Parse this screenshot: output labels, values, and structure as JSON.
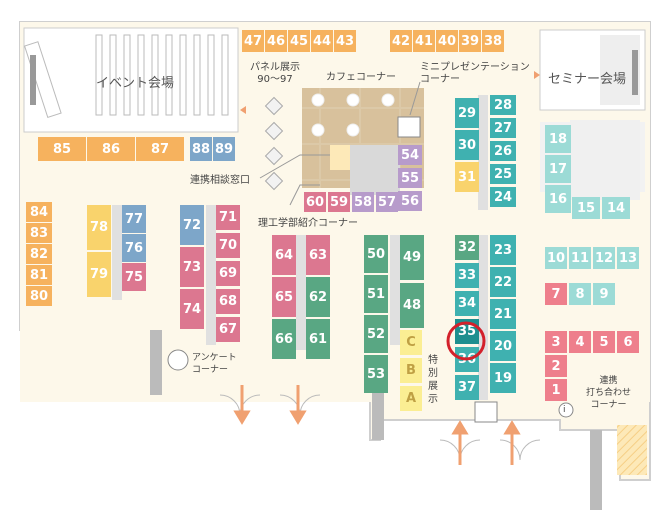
{
  "colors": {
    "orange": "#f6b25e",
    "yellow": "#f9d36c",
    "blue": "#7da6c9",
    "pink": "#dc7790",
    "green": "#59a783",
    "teal": "#3fb1b0",
    "light_teal": "#9cdbd6",
    "purple": "#b79bcb",
    "red": "#ee7f8c",
    "pale_yellow": "#fbee93",
    "floor": "#fdf8ea",
    "highlight_circle": "#d3212b"
  },
  "rooms": {
    "event_hall": "イベント会場",
    "seminar_hall": "セミナー会場",
    "cafe_corner": "カフェコーナー",
    "mini_presentation_corner": "ミニプレゼンテーション\nコーナー",
    "panel_display": "パネル展示\n90〜97",
    "consultation_window": "連携相談窓口",
    "science_engineering_corner": "理工学部紹介コーナー",
    "special_exhibit": "特\n別\n展\n示",
    "survey_corner": "アンケート\nコーナー",
    "meeting_corner": "連携\n打ち合わせ\nコーナー"
  },
  "booths": {
    "top_row_left": [
      "47",
      "46",
      "45",
      "44",
      "43"
    ],
    "top_row_right": [
      "42",
      "41",
      "40",
      "39",
      "38"
    ],
    "left_row": [
      "85",
      "86",
      "87"
    ],
    "blue_pair": [
      "88",
      "89"
    ],
    "left_col_orange": [
      "84",
      "83",
      "82",
      "81",
      "80"
    ],
    "col_yellow_78_79": [
      "78",
      "79"
    ],
    "col_blue_77_75": [
      "77",
      "76",
      "75"
    ],
    "col_72_74": [
      "72",
      "73",
      "74"
    ],
    "col_71_67": [
      "71",
      "70",
      "69",
      "68",
      "67"
    ],
    "col_64_66": [
      "64",
      "65",
      "66"
    ],
    "col_63_61": [
      "63",
      "62",
      "61"
    ],
    "purple_col": [
      "54",
      "55",
      "56"
    ],
    "pink_row": [
      "60",
      "59",
      "58",
      "57"
    ],
    "col_50_53": [
      "50",
      "51",
      "52",
      "53"
    ],
    "col_49_48": [
      "49",
      "48"
    ],
    "special_abc": [
      "C",
      "B",
      "A"
    ],
    "col_32_37": [
      "32",
      "33",
      "34",
      "35",
      "36",
      "37"
    ],
    "col_23_19": [
      "23",
      "22",
      "21",
      "20",
      "19"
    ],
    "col_29_31": [
      "29",
      "30",
      "31"
    ],
    "col_28_24": [
      "28",
      "27",
      "26",
      "25",
      "24"
    ],
    "right_col_18_16": [
      "18",
      "17",
      "16"
    ],
    "right_15_14": [
      "15",
      "14"
    ],
    "right_row_10_13": [
      "10",
      "11",
      "12",
      "13"
    ],
    "right_row_7_9": [
      "7",
      "8",
      "9"
    ],
    "right_row_3_6": [
      "3",
      "4",
      "5",
      "6"
    ],
    "right_col_2_1": [
      "2",
      "1"
    ]
  },
  "highlight": {
    "booth": "35"
  },
  "icons": {
    "info": "i"
  }
}
